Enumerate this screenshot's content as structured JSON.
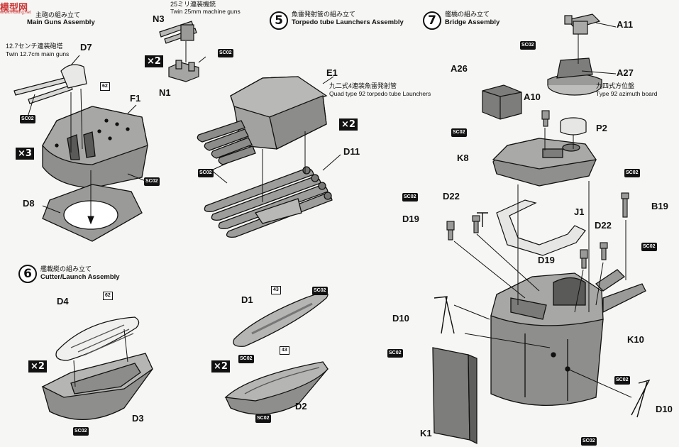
{
  "watermark": {
    "brand": "模型网",
    "domain": "www.moxing.net"
  },
  "steps": {
    "main_guns": {
      "jp": "主砲の組み立て",
      "en": "Main Guns Assembly"
    },
    "torpedo": {
      "number": "5",
      "jp": "魚雷発射管の組み立て",
      "en": "Torpedo tube Launchers Assembly"
    },
    "bridge": {
      "number": "7",
      "jp": "艦橋の組み立て",
      "en": "Bridge Assembly"
    },
    "cutter": {
      "number": "6",
      "jp": "艦載艇の組み立て",
      "en": "Cutter/Launch Assembly"
    }
  },
  "descriptions": {
    "machine_guns_jp": "25ミリ連装機銃",
    "machine_guns_en": "Twin 25mm machine guns",
    "main_guns_jp": "12.7センチ連装砲塔",
    "main_guns_en": "Twin 12.7cm main guns",
    "torpedo_jp": "九二式4連装魚雷発射管",
    "torpedo_en": "Quad type 92 torpedo tube Launchers",
    "azimuth_jp": "九四式方位盤",
    "azimuth_en": "Type 92 azimuth board"
  },
  "parts": {
    "D7": "D7",
    "F1": "F1",
    "D8": "D8",
    "N3": "N3",
    "N1": "N1",
    "E1": "E1",
    "D11": "D11",
    "A11": "A11",
    "A26": "A26",
    "A27": "A27",
    "A10": "A10",
    "P2": "P2",
    "K8": "K8",
    "D22a": "D22",
    "D19a": "D19",
    "J1": "J1",
    "D22b": "D22",
    "D19b": "D19",
    "B19": "B19",
    "D10a": "D10",
    "K10": "K10",
    "K1": "K1",
    "D10b": "D10",
    "D4": "D4",
    "D3": "D3",
    "D1": "D1",
    "D2": "D2"
  },
  "paint": {
    "sc02": "SC02",
    "c62": "62",
    "c43": "43"
  },
  "multipliers": {
    "x2": "×2",
    "x3": "×3"
  }
}
